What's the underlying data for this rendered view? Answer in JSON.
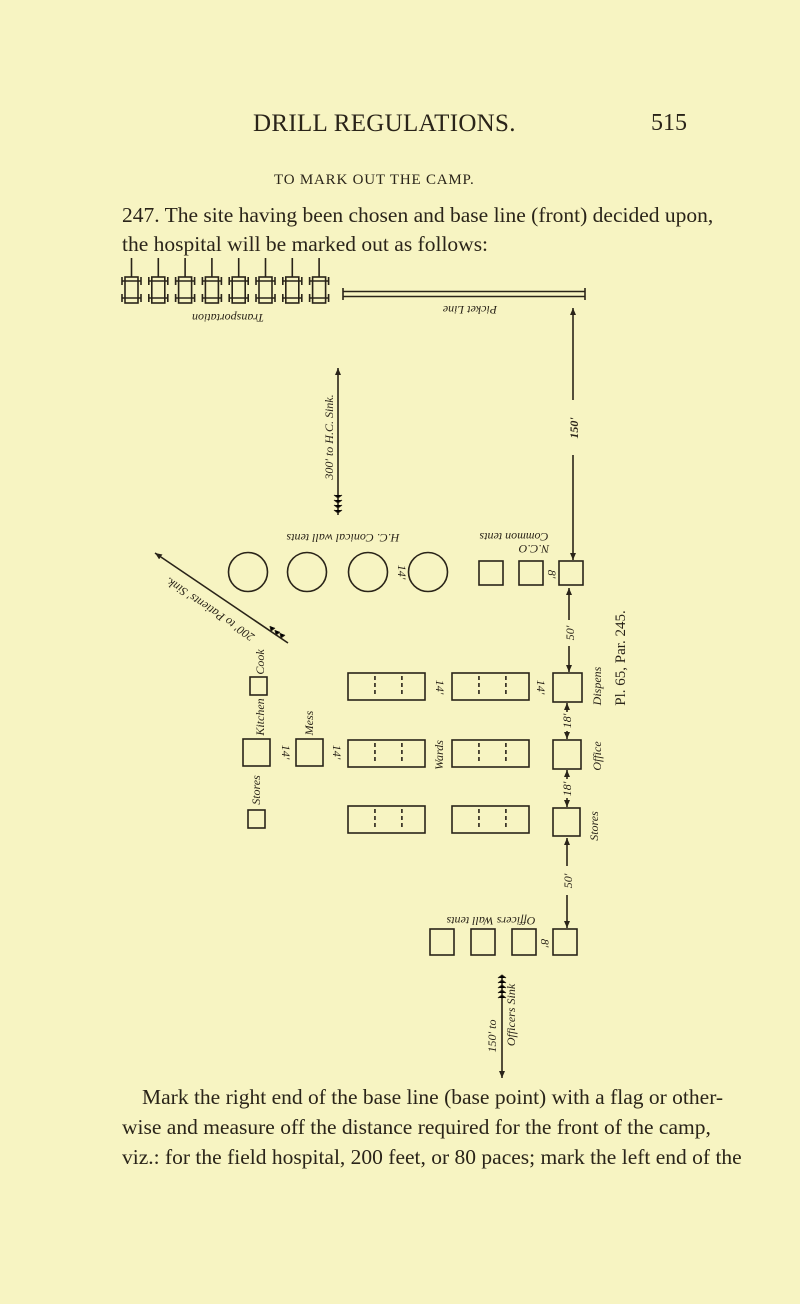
{
  "header": {
    "running_title": "DRILL REGULATIONS.",
    "page_number": "515"
  },
  "section_heading": "TO MARK OUT THE CAMP.",
  "intro_lines": [
    "247. The site having been chosen and base line (front) decided upon,",
    "the hospital will be marked out as follows:"
  ],
  "diagram": {
    "labels": {
      "transportation": "Transportation",
      "picket_line": "Picket Line",
      "dist_150_top": "150'",
      "hc_sink": "300' to H.C. Sink.",
      "hc_tents": "H.C. Conical wall tents",
      "circle_gap": "14'",
      "nco": "N.C.O",
      "common_tents": "Common tents",
      "nco_gap": "8'",
      "patients_sink": "200' to Patients' Sink.",
      "cook": "Cook",
      "kitchen": "Kitchen",
      "stores_left": "Stores",
      "kitchen_mess_gap": "14'",
      "mess": "Mess",
      "mess_ward_gap": "14'",
      "ward_gap": "14'",
      "ward_dispens_gap": "14'",
      "wards": "Wards",
      "dist_50_top": "50'",
      "dist_18_a": "18'",
      "dist_18_b": "18'",
      "dist_50_bottom": "50'",
      "dispens": "Dispens",
      "office": "Office",
      "stores_right": "Stores",
      "officers_tents": "Officers Wall tents",
      "officers_gap": "8'",
      "officers_sink_a": "150' to",
      "officers_sink_b": "Officers Sink",
      "plate_ref": "Pl. 65, Par. 245."
    }
  },
  "body_lines": [
    "Mark the right end of the base line (base point) with a flag or other-",
    "wise and measure off the distance required for the front of the camp,",
    "viz.: for the field hospital, 200 feet, or 80 paces; mark the left end of the"
  ]
}
